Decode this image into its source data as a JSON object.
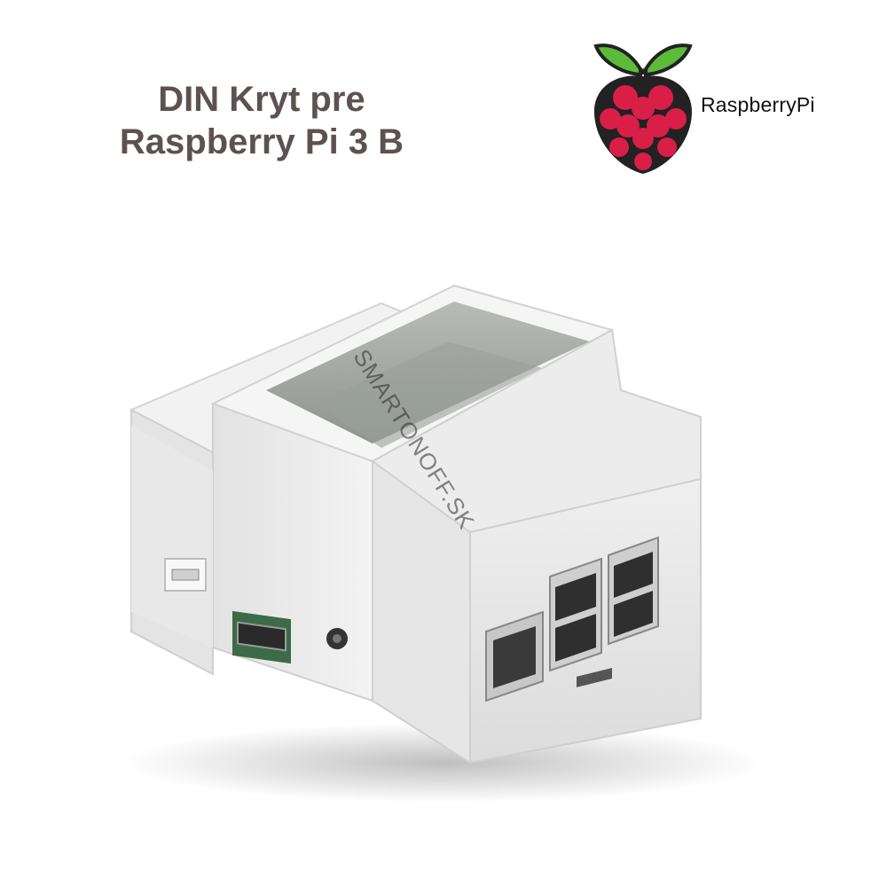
{
  "title": {
    "line1": "DIN Kryt pre",
    "line2": "Raspberry Pi 3 B"
  },
  "logo": {
    "text": "RaspberryPi",
    "colors": {
      "berry": "#d91e48",
      "berry_dark": "#b3163b",
      "leaf": "#5dbb3a",
      "outline": "#222222"
    }
  },
  "watermark": {
    "text": "SMARTONOFF.SK"
  },
  "product": {
    "colors": {
      "body": "#e9e9e9",
      "body_light": "#f4f4f4",
      "body_dark": "#d2d2d2",
      "inner": "#a9aea8",
      "port_metal": "#c9c9c9",
      "port_dark": "#3a3a3a",
      "pcb": "#3d6b48"
    }
  }
}
